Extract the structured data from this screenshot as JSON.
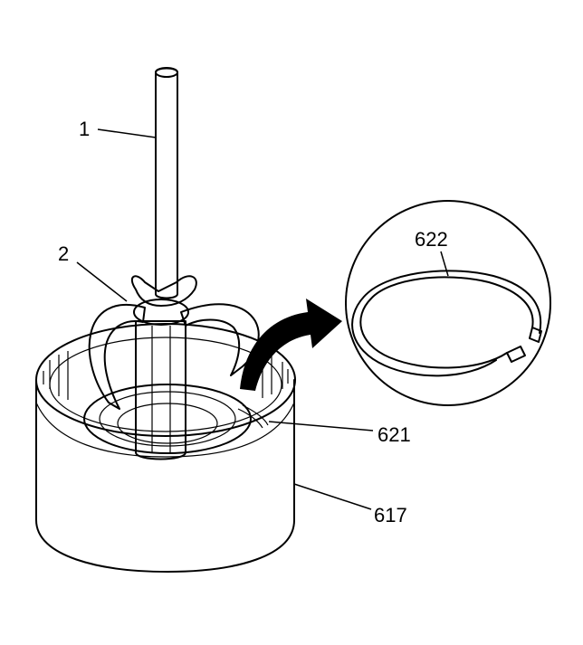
{
  "callouts": {
    "c1": "1",
    "c2": "2",
    "c622": "622",
    "c621": "621",
    "c617": "617"
  },
  "colors": {
    "ink": "#000000",
    "paper": "#ffffff",
    "stipple": "#9a9a9a",
    "shade": "#d8d8d8"
  }
}
